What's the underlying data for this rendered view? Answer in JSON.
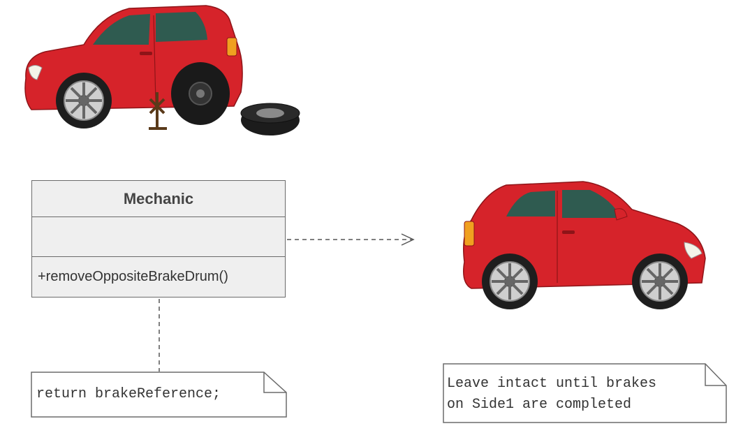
{
  "class_box": {
    "name": "Mechanic",
    "attributes": "",
    "operation": "+removeOppositeBrakeDrum()"
  },
  "note_left": {
    "text": "return brakeReference;"
  },
  "note_right": {
    "line1": "Leave intact until brakes",
    "line2": "on Side1 are completed"
  },
  "colors": {
    "car_red": "#d6232a",
    "box_fill": "#efefef",
    "border": "#6b6b6b"
  }
}
